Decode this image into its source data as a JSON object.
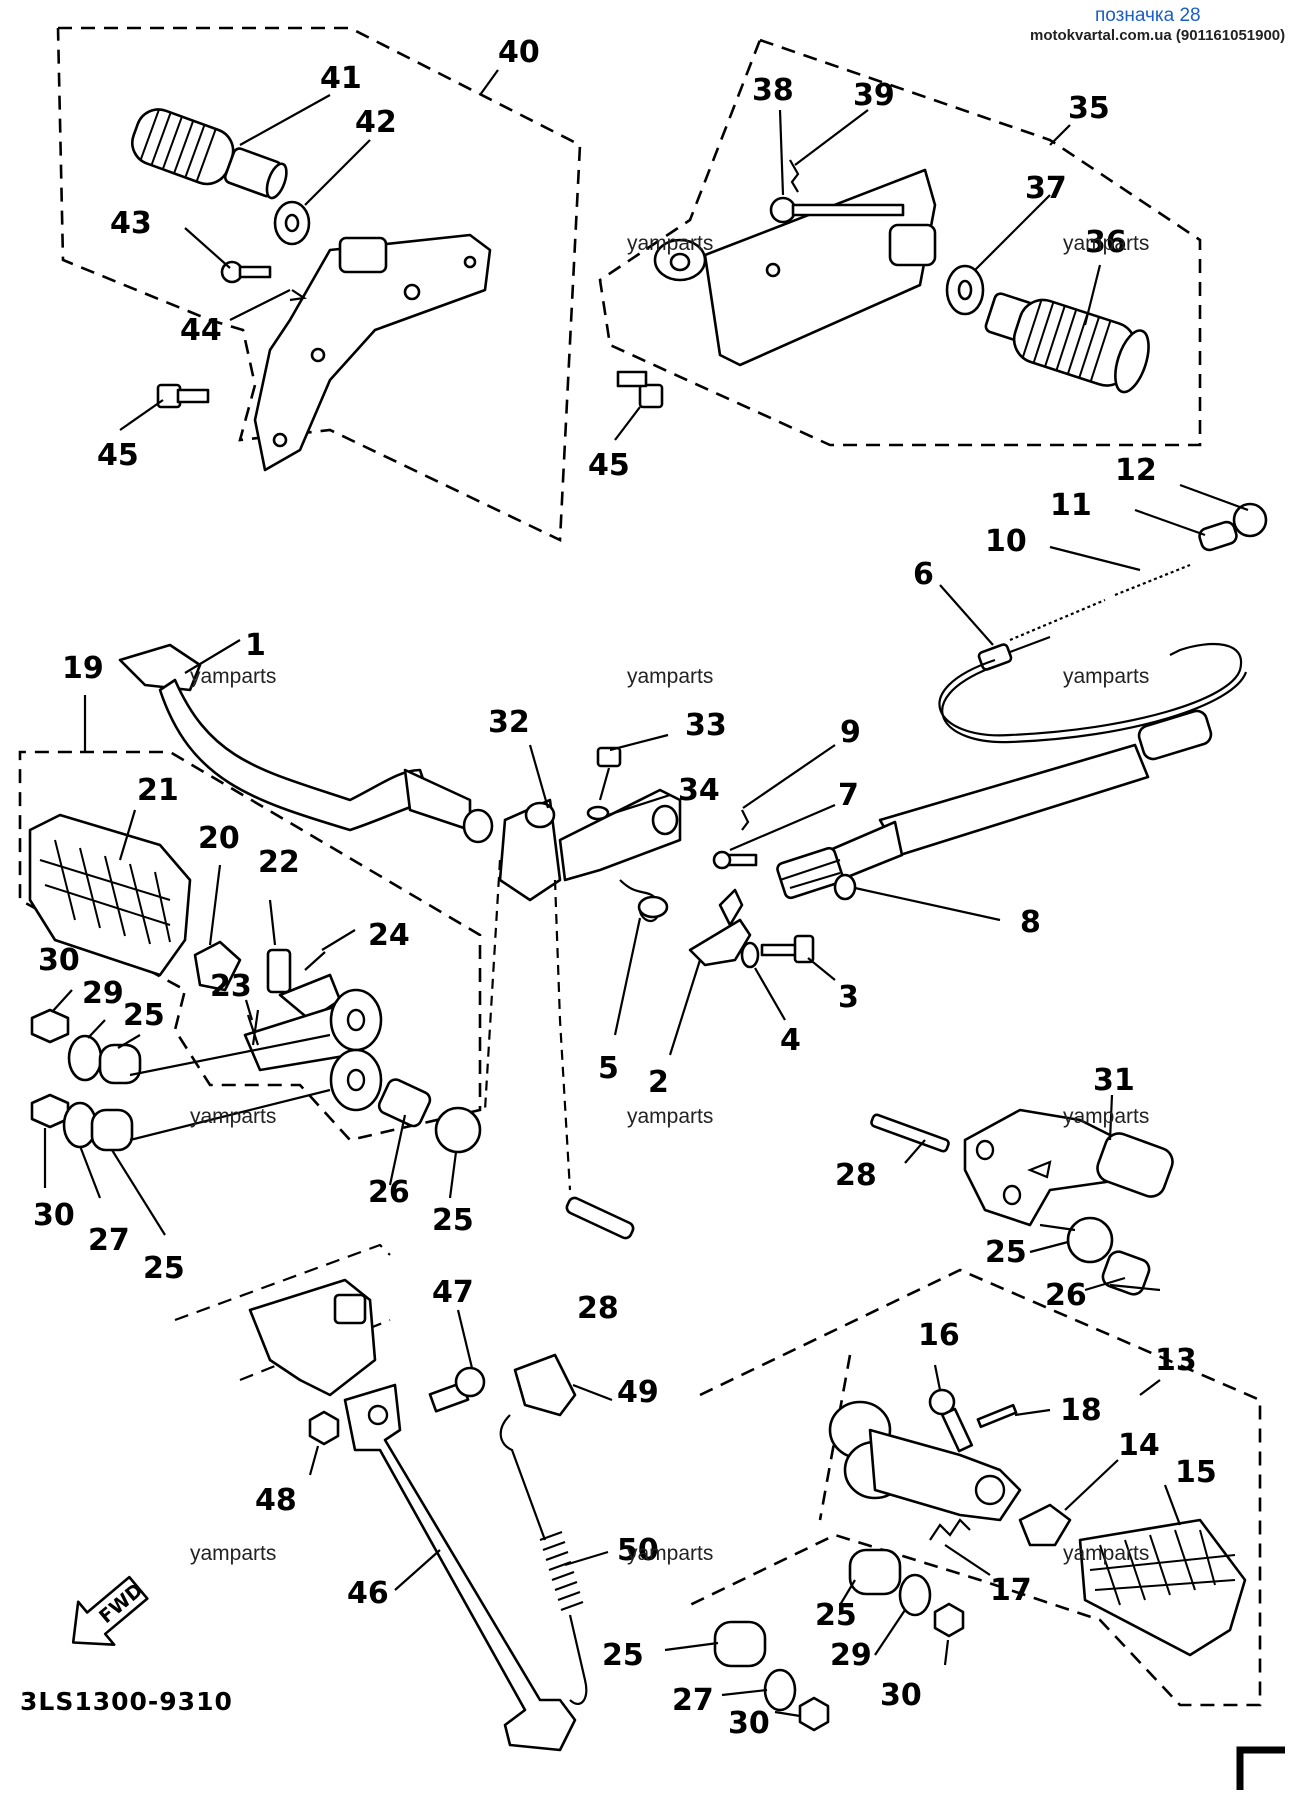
{
  "header": {
    "title": "позначка 28",
    "site": "motokvartal.com.ua (901161051900)"
  },
  "watermark": "yamparts",
  "diagram_code": "3LS1300-9310",
  "fwd_label": "FWD",
  "callouts": [
    "1",
    "2",
    "3",
    "4",
    "5",
    "6",
    "7",
    "8",
    "9",
    "10",
    "11",
    "12",
    "13",
    "14",
    "15",
    "16",
    "17",
    "18",
    "19",
    "20",
    "21",
    "22",
    "23",
    "24",
    "25",
    "26",
    "27",
    "28",
    "29",
    "30",
    "31",
    "32",
    "33",
    "34",
    "35",
    "36",
    "37",
    "38",
    "39",
    "40",
    "41",
    "42",
    "43",
    "44",
    "45",
    "46",
    "47",
    "48",
    "49",
    "50"
  ]
}
